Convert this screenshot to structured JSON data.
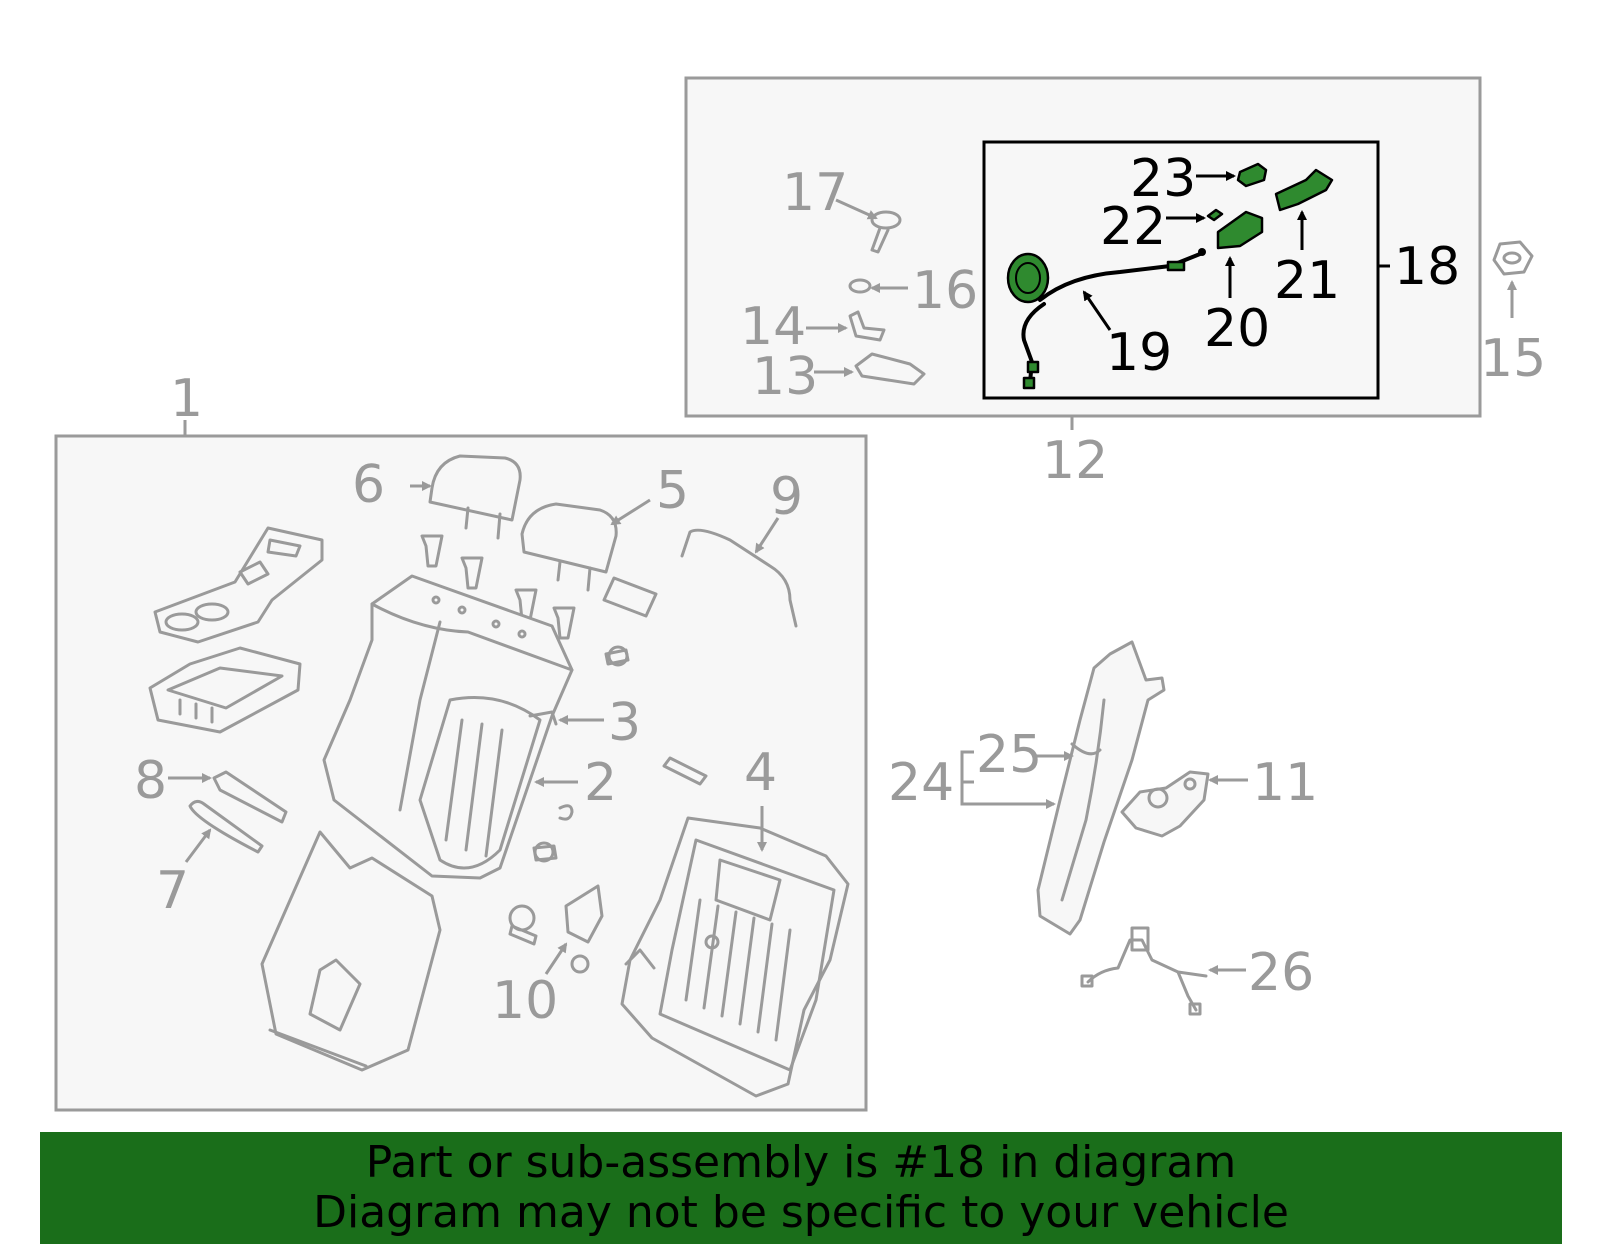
{
  "labels": {
    "l1": "1",
    "l2": "2",
    "l3": "3",
    "l4": "4",
    "l5": "5",
    "l6": "6",
    "l7": "7",
    "l8": "8",
    "l9": "9",
    "l10": "10",
    "l11": "11",
    "l12": "12",
    "l13": "13",
    "l14": "14",
    "l15": "15",
    "l16": "16",
    "l17": "17",
    "l18": "18",
    "l19": "19",
    "l20": "20",
    "l21": "21",
    "l22": "22",
    "l23": "23",
    "l24": "24",
    "l25": "25",
    "l26": "26"
  },
  "banner": {
    "line1": "Part or sub-assembly is #18 in diagram",
    "line2": "Diagram may not be specific to your vehicle"
  },
  "colors": {
    "highlight": "#2f8a2f",
    "banner": "#1a6e1a",
    "parts": "#9a9a9a",
    "panel": "#f7f7f7"
  }
}
